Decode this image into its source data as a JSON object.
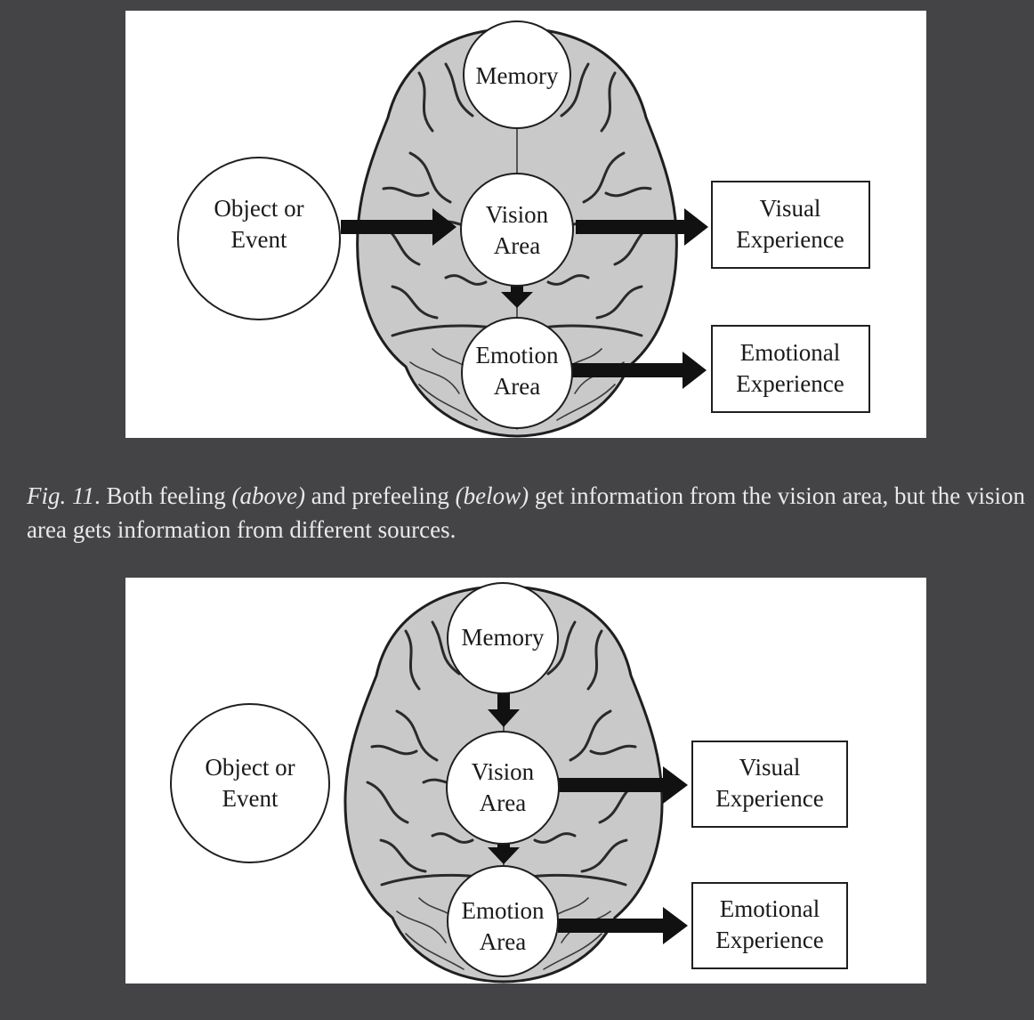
{
  "figure_top": {
    "memory": "Memory",
    "object_line1": "Object or",
    "object_line2": "Event",
    "vision_line1": "Vision",
    "vision_line2": "Area",
    "emotion_line1": "Emotion",
    "emotion_line2": "Area",
    "visual_line1": "Visual",
    "visual_line2": "Experience",
    "emotional_line1": "Emotional",
    "emotional_line2": "Experience"
  },
  "caption": {
    "fig_label": "Fig. 11",
    "text_1": ". Both feeling ",
    "above": "(above)",
    "text_2": " and prefeeling ",
    "below": "(below)",
    "text_3": " get information from the vision area, but the vision area gets information from different sources."
  },
  "figure_bottom": {
    "memory": "Memory",
    "object_line1": "Object or",
    "object_line2": "Event",
    "vision_line1": "Vision",
    "vision_line2": "Area",
    "emotion_line1": "Emotion",
    "emotion_line2": "Area",
    "visual_line1": "Visual",
    "visual_line2": "Experience",
    "emotional_line1": "Emotional",
    "emotional_line2": "Experience"
  },
  "colors": {
    "background": "#444446",
    "panel": "#ffffff",
    "brain_fill": "#c9c9c9",
    "ink": "#1a1a1a"
  }
}
